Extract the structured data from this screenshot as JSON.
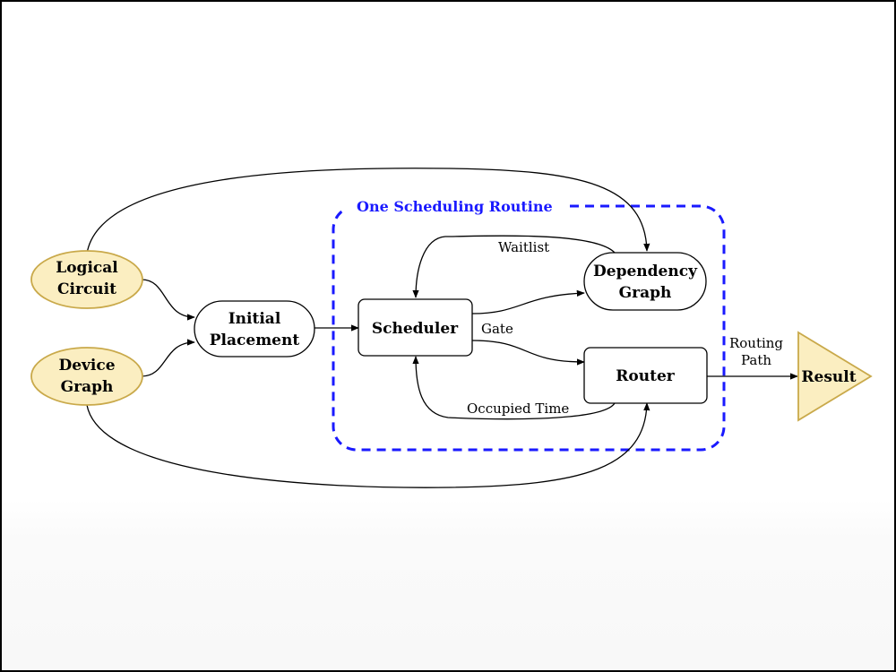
{
  "diagram": {
    "group_title": "One Scheduling Routine",
    "nodes": {
      "logical_circuit": [
        "Logical",
        "Circuit"
      ],
      "device_graph": [
        "Device",
        "Graph"
      ],
      "initial_placement": [
        "Initial",
        "Placement"
      ],
      "scheduler": "Scheduler",
      "dependency_graph": [
        "Dependency",
        "Graph"
      ],
      "router": "Router",
      "result": "Result"
    },
    "edge_labels": {
      "waitlist": "Waitlist",
      "gate": "Gate",
      "occupied_time": "Occupied Time",
      "routing_path": [
        "Routing",
        "Path"
      ]
    },
    "colors": {
      "input_fill": "#fbeec1",
      "input_stroke": "#c9a94a",
      "group_border": "#1a1aff",
      "edge": "#000000"
    }
  }
}
